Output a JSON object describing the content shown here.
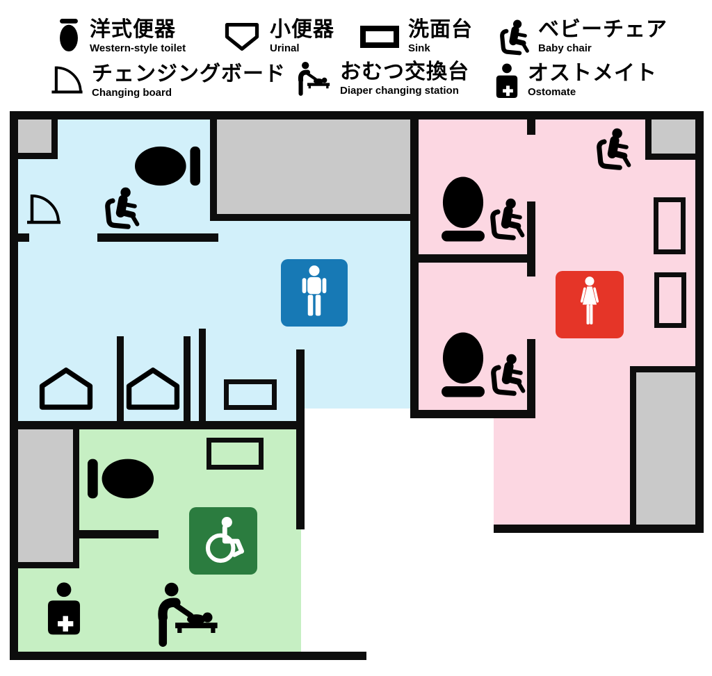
{
  "colors": {
    "wall": "#0d0d0d",
    "room-blue": "#d2f0fa",
    "room-pink": "#fcd7e2",
    "room-green": "#c6efc3",
    "block-gray": "#c9c9c9",
    "sign-blue": "#1779b5",
    "sign-red": "#e53528",
    "sign-green": "#2b7c3f"
  },
  "legend": {
    "items": [
      {
        "id": "western-toilet",
        "icon": "toilet-icon",
        "jp": "洋式便器",
        "en": "Western-style toilet"
      },
      {
        "id": "urinal",
        "icon": "urinal-icon",
        "jp": "小便器",
        "en": "Urinal"
      },
      {
        "id": "sink",
        "icon": "sink-icon",
        "jp": "洗面台",
        "en": "Sink"
      },
      {
        "id": "baby-chair",
        "icon": "baby-chair-icon",
        "jp": "ベビーチェア",
        "en": "Baby chair"
      },
      {
        "id": "changing-board",
        "icon": "changing-board-icon",
        "jp": "チェンジングボード",
        "en": "Changing board"
      },
      {
        "id": "diaper-changing-station",
        "icon": "diaper-changing-station-icon",
        "jp": "おむつ交換台",
        "en": "Diaper changing station"
      },
      {
        "id": "ostomate",
        "icon": "ostomate-icon",
        "jp": "オストメイト",
        "en": "Ostomate"
      }
    ]
  },
  "floorplan": {
    "rooms": [
      {
        "id": "mens-room",
        "sign": "male-pictogram",
        "sign_color": "sign-blue",
        "fixtures": [
          "western-toilet",
          "baby-chair",
          "changing-board",
          "urinal",
          "urinal",
          "sink"
        ]
      },
      {
        "id": "womens-room",
        "sign": "female-pictogram",
        "sign_color": "sign-red",
        "fixtures": [
          "western-toilet",
          "baby-chair",
          "western-toilet",
          "baby-chair",
          "baby-chair",
          "sink",
          "sink"
        ]
      },
      {
        "id": "accessible-room",
        "sign": "wheelchair-pictogram",
        "sign_color": "sign-green",
        "fixtures": [
          "western-toilet",
          "sink",
          "ostomate",
          "diaper-changing-station"
        ]
      }
    ]
  }
}
